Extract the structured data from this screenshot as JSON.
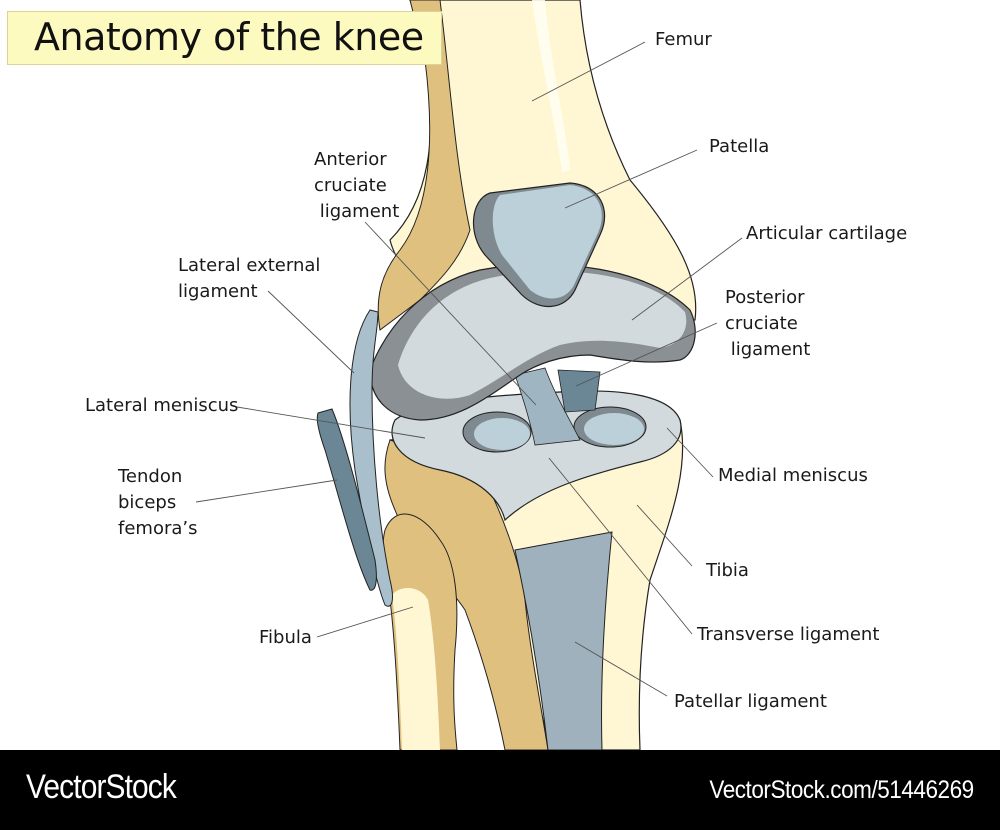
{
  "title": "Anatomy of the knee",
  "colors": {
    "bone_light": "#fff7d4",
    "bone_dark": "#e0c07e",
    "cartilage": "#d2dade",
    "cartilage_shadow": "#8a9094",
    "patella": "#bcd0d9",
    "ligament": "#9fb6c2",
    "ligament_dark": "#6b8796",
    "title_bg": "#fdfac0",
    "footer_bg": "#000000"
  },
  "labels": {
    "femur": "Femur",
    "patella": "Patella",
    "acl": "Anterior\ncruciate\n ligament",
    "articular_cartilage": "Articular cartilage",
    "lateral_external_ligament": "Lateral external\nligament",
    "pcl": "Posterior\ncruciate\n ligament",
    "lateral_meniscus": "Lateral meniscus",
    "medial_meniscus": "Medial meniscus",
    "tendon_biceps": "Tendon\nbiceps\nfemora’s",
    "tibia": "Tibia",
    "fibula": "Fibula",
    "transverse_ligament": "Transverse ligament",
    "patellar_ligament": "Patellar ligament"
  },
  "footer": {
    "brand": "VectorStock",
    "url": "VectorStock.com/51446269"
  }
}
